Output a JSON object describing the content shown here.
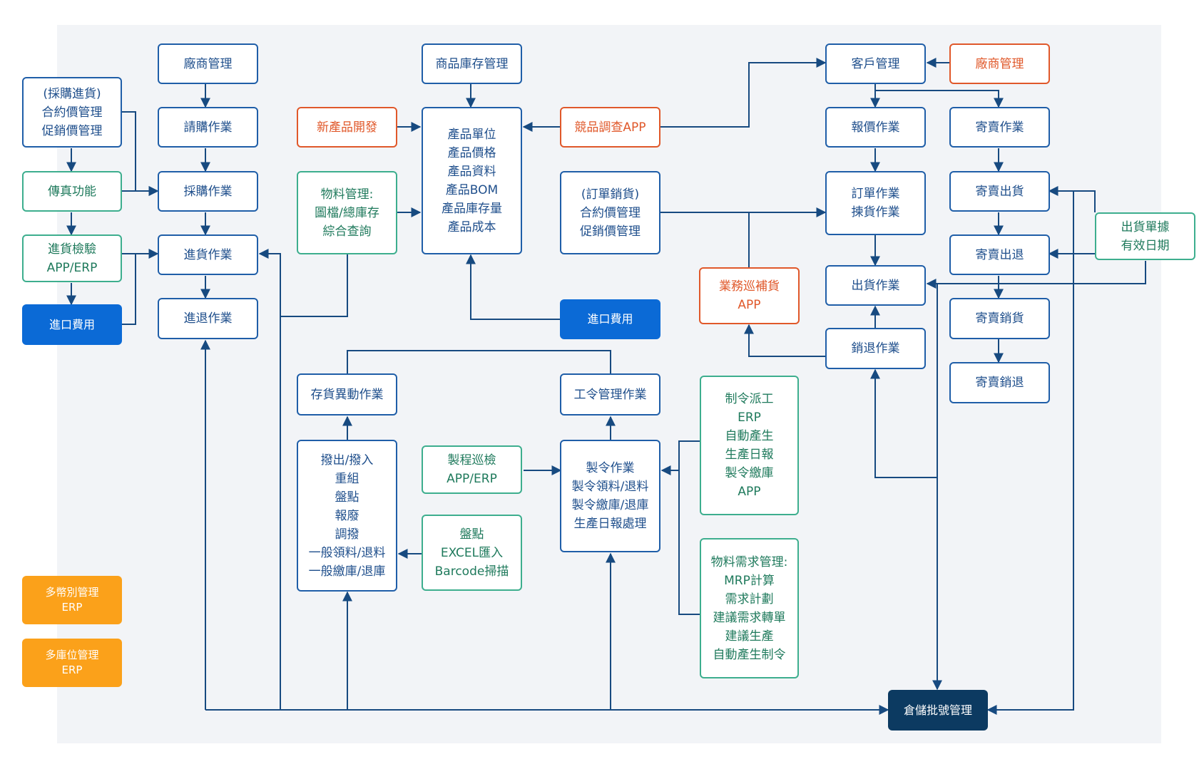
{
  "colors": {
    "blue": "#1f5ea8",
    "red": "#e0582a",
    "green": "#3dae8e",
    "import_fill": "#0b6ad6",
    "orange_fill": "#fba11a",
    "navy_fill": "#0c3a61",
    "wire": "#174a80"
  },
  "left": {
    "purchase_contract": "(採購進貨)\n合約價管理\n促銷價管理",
    "fax": "傳真功能",
    "inspection": "進貨檢驗\nAPP/ERP",
    "import_cost": "進口費用",
    "multi_currency": "多幣別管理\nERP",
    "multi_location": "多庫位管理\nERP"
  },
  "purchase": {
    "vendor_mgmt": "廠商管理",
    "requisition": "請購作業",
    "purchasing": "採購作業",
    "receiving": "進貨作業",
    "return": "進退作業"
  },
  "product": {
    "inventory_mgmt": "商品庫存管理",
    "new_product": "新產品開發",
    "core": "產品單位\n產品價格\n產品資料\n產品BOM\n產品庫存量\n產品成本",
    "competitor_app": "競品調查APP",
    "material_mgmt": "物料管理:\n圖檔/總庫存\n綜合查詢",
    "sales_contract": "(訂單銷貨)\n合約價管理\n促銷價管理",
    "import_cost2": "進口費用"
  },
  "inventory": {
    "changes": "存貨異動作業",
    "ops": "撥出/撥入\n重組\n盤點\n報廢\n調撥\n一般領料/退料\n一般繳庫/退庫",
    "stocktake": "盤點\nEXCEL匯入\nBarcode掃描"
  },
  "manufacturing": {
    "work_order_mgmt": "工令管理作業",
    "work_order": "製令作業\n製令領料/退料\n製令繳庫/退庫\n生產日報處理",
    "inspection": "製程巡檢\nAPP/ERP",
    "dispatch": "制令派工\nERP\n自動產生\n生產日報\n製令繳庫\nAPP",
    "mrp": "物料需求管理:\nMRP計算\n需求計劃\n建議需求轉單\n建議生產\n自動產生制令"
  },
  "sales": {
    "customer_mgmt": "客戶管理",
    "vendor_mgmt": "廠商管理",
    "quotation": "報價作業",
    "order": "訂單作業\n揀貨作業",
    "shipping": "出貨作業",
    "sales_return": "銷退作業",
    "replenish_app": "業務巡補貨\nAPP",
    "consign": "寄賣作業",
    "consign_ship": "寄賣出貨",
    "consign_return": "寄賣出退",
    "consign_sales": "寄賣銷貨",
    "consign_sales_return": "寄賣銷退",
    "doc_expiry": "出貨單據\n有效日期",
    "warehouse_batch": "倉儲批號管理"
  }
}
